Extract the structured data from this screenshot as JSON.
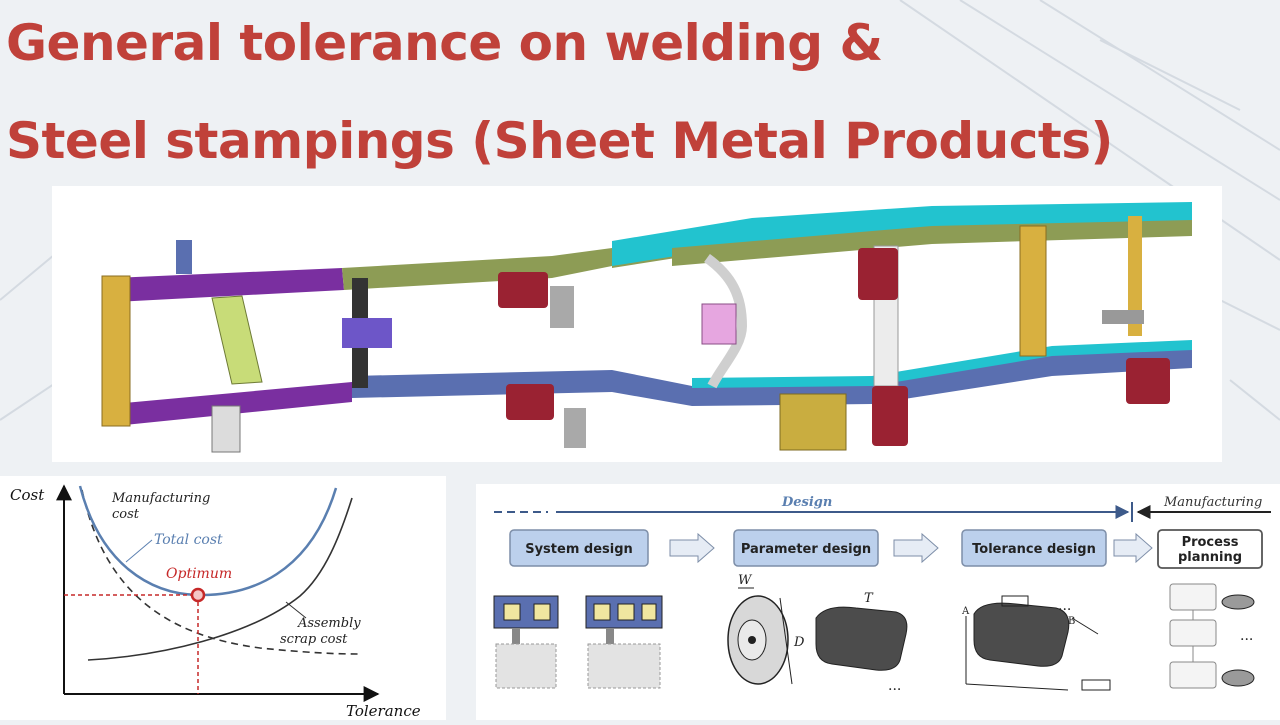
{
  "title": {
    "line1": "General tolerance on welding &",
    "line2": "Steel stampings (Sheet Metal Products)"
  },
  "colors": {
    "title": "#c0413a",
    "frame_purple": "#7a2fa0",
    "frame_olive": "#8d9c55",
    "frame_blue": "#5a6fb0",
    "frame_cyan": "#22c3cf",
    "frame_maroon": "#9a2232",
    "frame_yellow": "#d8b040",
    "curve_blue": "#5a7fb0",
    "optimum_red": "#c62828",
    "box_fill": "#bcd0ec"
  },
  "cost_chart": {
    "y_axis_label": "Cost",
    "x_axis_label": "Tolerance",
    "manufacturing_label_line1": "Manufacturing",
    "manufacturing_label_line2": "cost",
    "total_cost_label": "Total cost",
    "optimum_label": "Optimum",
    "assembly_label_line1": "Assembly",
    "assembly_label_line2": "scrap cost"
  },
  "flow": {
    "design_label": "Design",
    "manufacturing_label": "Manufacturing",
    "step1": "System design",
    "step2": "Parameter design",
    "step3": "Tolerance design",
    "step4_line1": "Process",
    "step4_line2": "planning",
    "dim_w": "W",
    "dim_d": "D",
    "dim_t": "T",
    "datum_a": "A",
    "datum_b": "B",
    "ellipsis": "..."
  }
}
